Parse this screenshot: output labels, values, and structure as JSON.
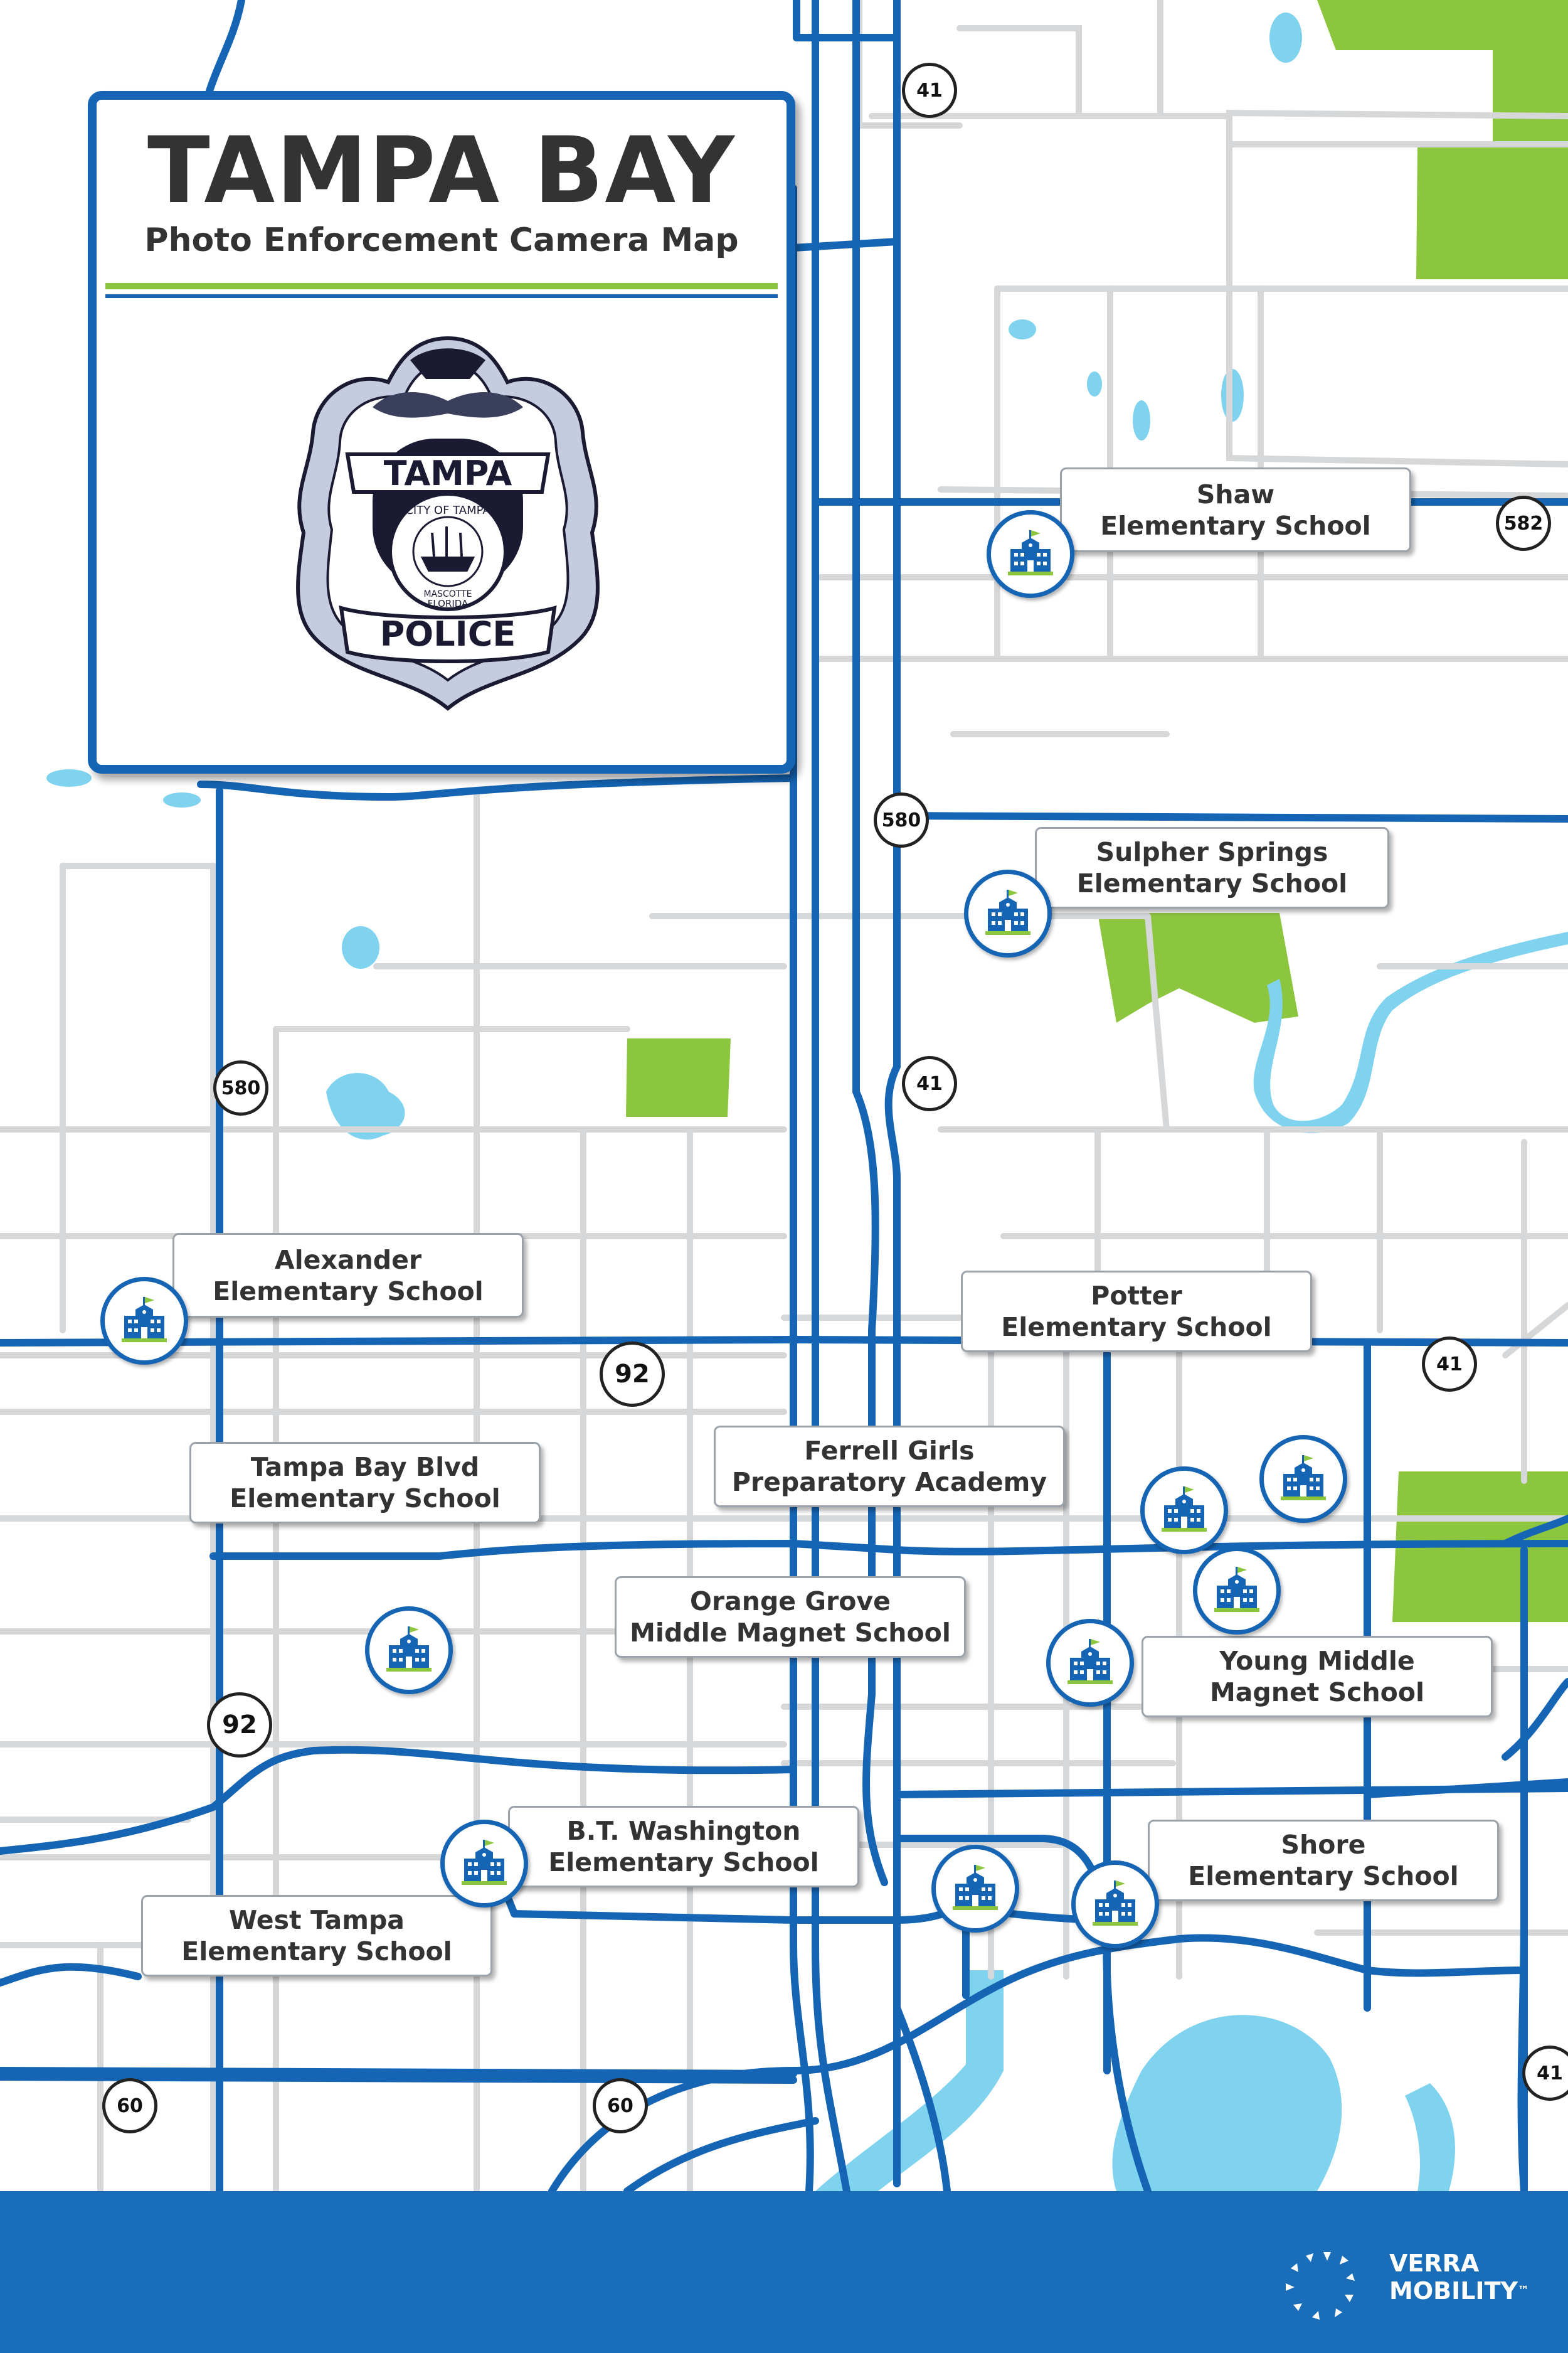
{
  "title": {
    "main": "TAMPA BAY",
    "sub": "Photo Enforcement Camera Map"
  },
  "badge": {
    "top": "TAMPA",
    "ring": "CITY OF TAMPA",
    "city": "MASCOTTE",
    "state": "FLORIDA",
    "bottom": "POLICE"
  },
  "schools": [
    {
      "id": "shaw",
      "lines": [
        "Shaw",
        "Elementary School"
      ]
    },
    {
      "id": "sulpher",
      "lines": [
        "Sulpher Springs",
        "Elementary School"
      ]
    },
    {
      "id": "alexander",
      "lines": [
        "Alexander",
        "Elementary School"
      ]
    },
    {
      "id": "potter",
      "lines": [
        "Potter",
        "Elementary School"
      ]
    },
    {
      "id": "ferrell",
      "lines": [
        "Ferrell Girls",
        "Preparatory Academy"
      ]
    },
    {
      "id": "tampabay",
      "lines": [
        "Tampa Bay Blvd",
        "Elementary School"
      ]
    },
    {
      "id": "orangegrove",
      "lines": [
        "Orange Grove",
        "Middle Magnet School"
      ]
    },
    {
      "id": "young",
      "lines": [
        "Young Middle",
        "Magnet School"
      ]
    },
    {
      "id": "btwashington",
      "lines": [
        "B.T. Washington",
        "Elementary School"
      ]
    },
    {
      "id": "shore",
      "lines": [
        "Shore",
        "Elementary School"
      ]
    },
    {
      "id": "westtampa",
      "lines": [
        "West Tampa",
        "Elementary School"
      ]
    }
  ],
  "route_shields": [
    "41",
    "582",
    "580",
    "41",
    "580",
    "92",
    "41",
    "92",
    "60",
    "60",
    "41"
  ],
  "brand": {
    "line1": "VERRA",
    "line2": "MOBILITY",
    "tm": "™"
  },
  "colors": {
    "road": "#1565b4",
    "street": "#d5d7d9",
    "park": "#8cc63f",
    "water": "#7fd3ee",
    "footer": "#1a6db8",
    "text": "#333333"
  }
}
